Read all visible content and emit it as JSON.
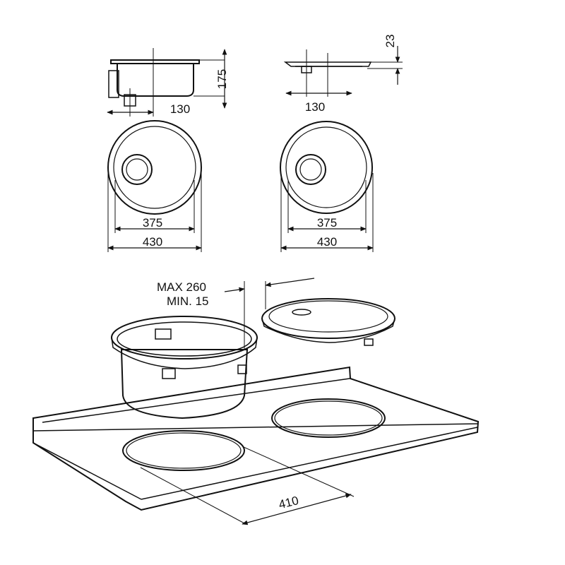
{
  "side_view": {
    "depth": "175",
    "offset": "130"
  },
  "top_view_left": {
    "inner": "375",
    "outer": "430"
  },
  "lid_side_view": {
    "rim": "23",
    "offset": "130"
  },
  "top_view_right": {
    "inner": "375",
    "outer": "430"
  },
  "install_gap": {
    "max": "MAX 260",
    "min": "MIN. 15"
  },
  "cutout": {
    "diameter": "410"
  },
  "colors": {
    "line": "#111111",
    "background": "#ffffff"
  }
}
